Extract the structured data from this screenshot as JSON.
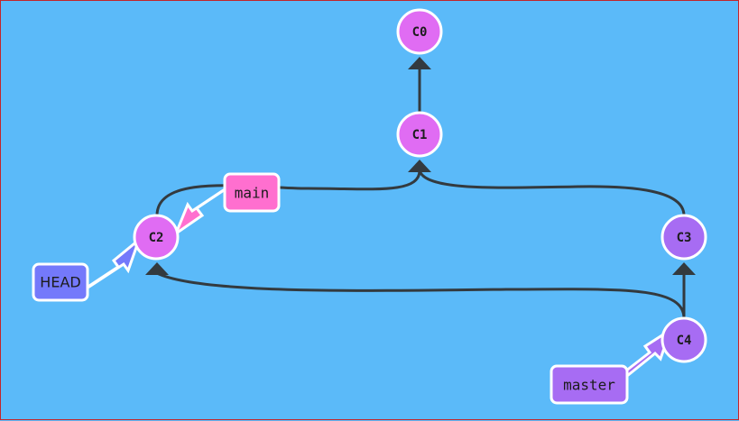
{
  "commits": [
    {
      "id": "C0",
      "color": "#e06cf3"
    },
    {
      "id": "C1",
      "color": "#e06cf3"
    },
    {
      "id": "C2",
      "color": "#e06cf3"
    },
    {
      "id": "C3",
      "color": "#a76cf3"
    },
    {
      "id": "C4",
      "color": "#a76cf3"
    }
  ],
  "branches": [
    {
      "name": "main",
      "target": "C2",
      "color": "#ff6fcf"
    },
    {
      "name": "master",
      "target": "C4",
      "color": "#a76cf3"
    }
  ],
  "head": {
    "name": "HEAD",
    "target": "C2",
    "color": "#7479fb"
  },
  "colors": {
    "background": "#5bbaf9",
    "edge": "#333a3f",
    "stroke": "#ffffff"
  }
}
